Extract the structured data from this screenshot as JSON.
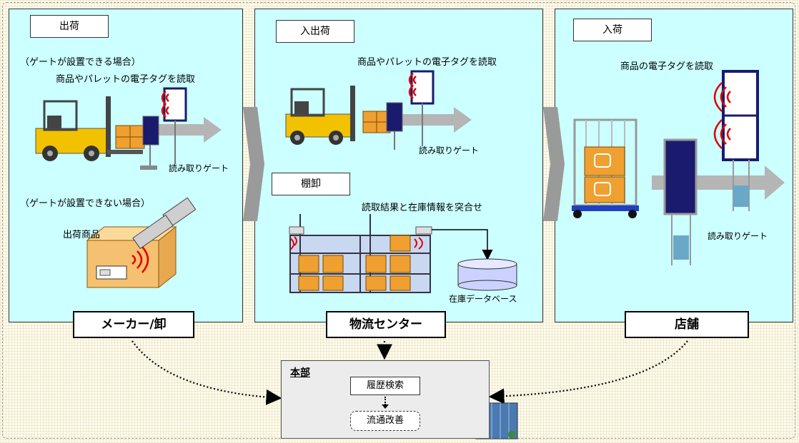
{
  "panels": {
    "maker": {
      "tab": "出荷",
      "gate_case": "（ゲートが設置できる場合）",
      "gate_caption": "商品やパレットの電子タグを読取",
      "gate_label": "読み取りゲート",
      "nogate_case": "（ゲートが設置できない場合）",
      "product_label": "出荷商品",
      "footer": "メーカー/卸"
    },
    "center": {
      "tab1": "入出荷",
      "caption1": "商品やパレットの電子タグを読取",
      "gate_label": "読み取りゲート",
      "tab2": "棚卸",
      "caption2": "読取結果と在庫情報を突合せ",
      "db_label": "在庫データベース",
      "footer": "物流センター"
    },
    "store": {
      "tab": "入荷",
      "caption": "商品の電子タグを読取",
      "gate_label": "読み取りゲート",
      "footer": "店舗"
    }
  },
  "hq": {
    "title": "本部",
    "box1": "履歴検索",
    "box2": "流通改善"
  },
  "colors": {
    "panel_bg": "#ccffff",
    "hq_bg": "#ececec",
    "forklift": "#f2c200",
    "box": "#f0a030",
    "gate_panel": "#1a1a6e",
    "rfid_wave": "#e00000",
    "arrow": "#9a9a9a"
  }
}
